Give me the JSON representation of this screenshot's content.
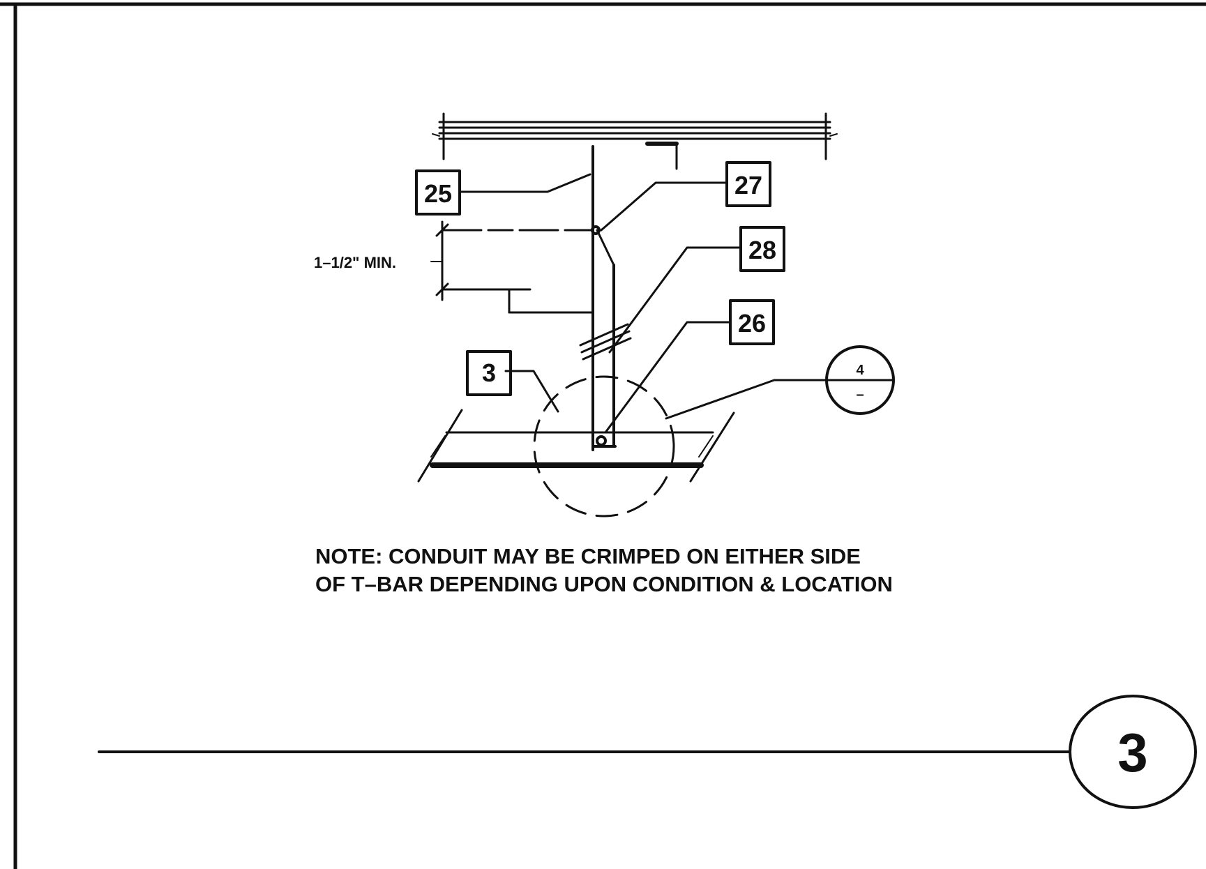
{
  "callouts": {
    "c25": "25",
    "c27": "27",
    "c28": "28",
    "c26": "26",
    "c3": "3"
  },
  "section_marker": {
    "top": "4",
    "bottom": "–"
  },
  "dimension": {
    "text": "1–1/2\" MIN."
  },
  "note": {
    "line1": "NOTE: CONDUIT MAY BE CRIMPED ON EITHER SIDE",
    "line2": "OF T–BAR DEPENDING UPON CONDITION & LOCATION"
  },
  "detail_number": "3"
}
